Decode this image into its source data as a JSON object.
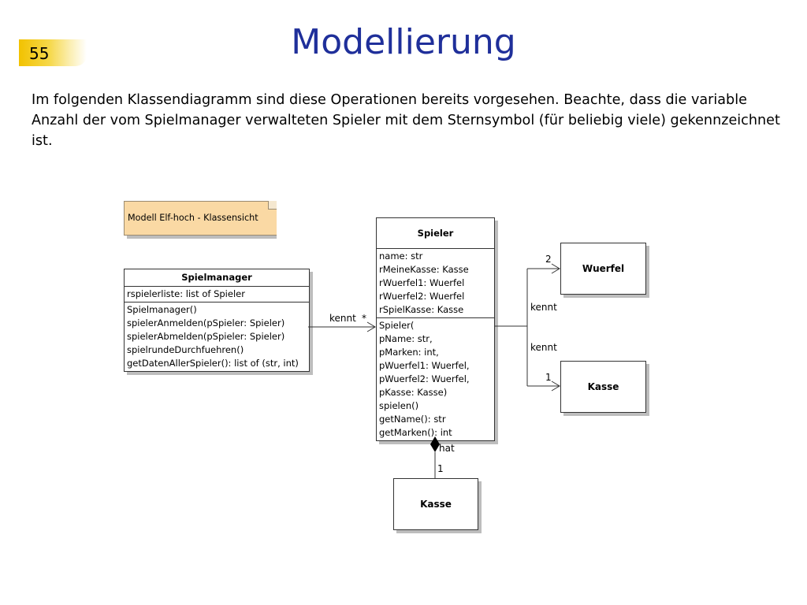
{
  "slide_number": "55",
  "title": "Modellierung",
  "intro_text": "Im folgenden Klassendiagramm sind diese Operationen bereits vorgesehen. Beachte, dass die variable Anzahl der vom Spielmanager verwalteten Spieler mit dem Sternsymbol (für beliebig viele) gekennzeichnet ist.",
  "diagram": {
    "note": "Modell Elf-hoch - Klassensicht",
    "spielmanager": {
      "name": "Spielmanager",
      "attributes": [
        "rspielerliste: list of Spieler"
      ],
      "operations": [
        "Spielmanager()",
        "spielerAnmelden(pSpieler: Spieler)",
        "spielerAbmelden(pSpieler: Spieler)",
        "spielrundeDurchfuehren()",
        "getDatenAllerSpieler(): list of (str, int)"
      ]
    },
    "spieler": {
      "name": "Spieler",
      "attributes": [
        "name: str",
        "rMeineKasse: Kasse",
        "rWuerfel1: Wuerfel",
        "rWuerfel2: Wuerfel",
        "rSpielKasse: Kasse"
      ],
      "operations": [
        "Spieler(",
        " pName: str,",
        " pMarken: int,",
        " pWuerfel1: Wuerfel,",
        " pWuerfel2: Wuerfel,",
        " pKasse: Kasse)",
        "spielen()",
        "getName(): str",
        "getMarken(): int"
      ]
    },
    "wuerfel": {
      "name": "Wuerfel"
    },
    "kasse_right": {
      "name": "Kasse"
    },
    "kasse_bottom": {
      "name": "Kasse"
    },
    "associations": {
      "manager_to_spieler": {
        "label": "kennt",
        "multiplicity": "*"
      },
      "spieler_to_wuerfel": {
        "label": "kennt",
        "multiplicity": "2"
      },
      "spieler_to_kasse": {
        "label": "kennt",
        "multiplicity": "1"
      },
      "spieler_has_kasse": {
        "label": "hat",
        "multiplicity": "1"
      }
    }
  }
}
